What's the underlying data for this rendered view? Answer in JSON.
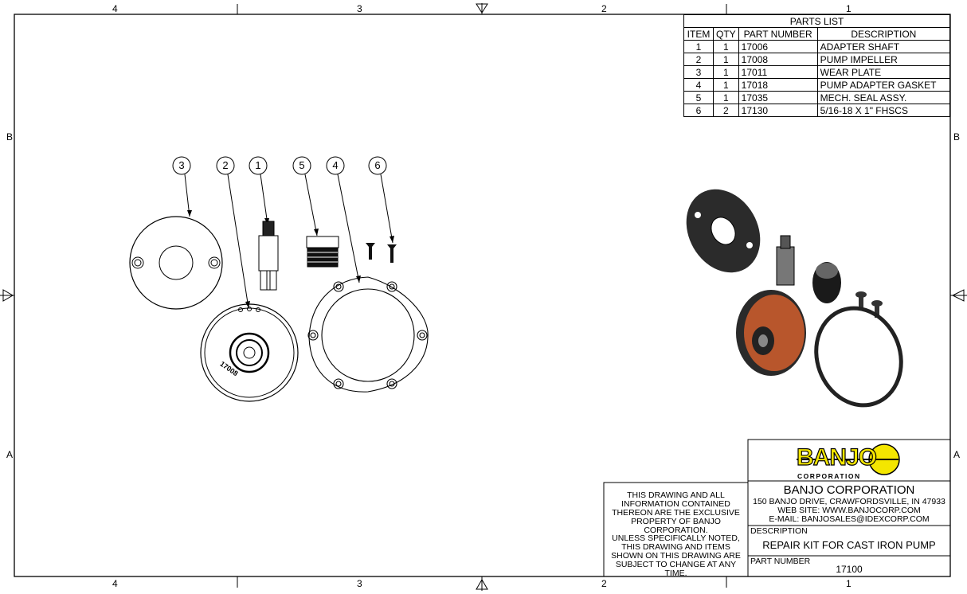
{
  "frame": {
    "top_zones": [
      "4",
      "3",
      "2",
      "1"
    ],
    "bottom_zones": [
      "4",
      "3",
      "2",
      "1"
    ],
    "left_zones": [
      "B",
      "A"
    ],
    "right_zones": [
      "B",
      "A"
    ]
  },
  "parts_list": {
    "title": "PARTS LIST",
    "headers": [
      "ITEM",
      "QTY",
      "PART NUMBER",
      "DESCRIPTION"
    ],
    "rows": [
      {
        "item": "1",
        "qty": "1",
        "part": "17006",
        "desc": "ADAPTER SHAFT"
      },
      {
        "item": "2",
        "qty": "1",
        "part": "17008",
        "desc": "PUMP IMPELLER"
      },
      {
        "item": "3",
        "qty": "1",
        "part": "17011",
        "desc": "WEAR PLATE"
      },
      {
        "item": "4",
        "qty": "1",
        "part": "17018",
        "desc": "PUMP ADAPTER GASKET"
      },
      {
        "item": "5",
        "qty": "1",
        "part": "17035",
        "desc": "MECH. SEAL ASSY."
      },
      {
        "item": "6",
        "qty": "2",
        "part": "17130",
        "desc": "5/16-18 X 1\"  FHSCS"
      }
    ]
  },
  "callouts": [
    "3",
    "2",
    "1",
    "5",
    "4",
    "6"
  ],
  "impeller_marking": "17008",
  "logo": {
    "word": "BANJO",
    "sub": "CORPORATION"
  },
  "title_block": {
    "company": "BANJO CORPORATION",
    "address": "150 BANJO DRIVE, CRAWFORDSVILLE, IN 47933",
    "website": "WEB SITE: WWW.BANJOCORP.COM",
    "email": "E-MAIL: BANJOSALES@IDEXCORP.COM",
    "description_label": "DESCRIPTION",
    "description": "REPAIR KIT FOR CAST IRON PUMP",
    "part_number_label": "PART NUMBER",
    "part_number": "17100",
    "notice_1": "THIS DRAWING AND ALL INFORMATION CONTAINED THEREON ARE THE EXCLUSIVE PROPERTY OF BANJO CORPORATION.",
    "notice_2": "UNLESS SPECIFICALLY NOTED, THIS DRAWING AND ITEMS SHOWN ON THIS DRAWING ARE SUBJECT TO CHANGE AT ANY TIME."
  },
  "colors": {
    "impeller": "#b8562c",
    "logo_yellow": "#f4e600",
    "line": "#000000"
  }
}
